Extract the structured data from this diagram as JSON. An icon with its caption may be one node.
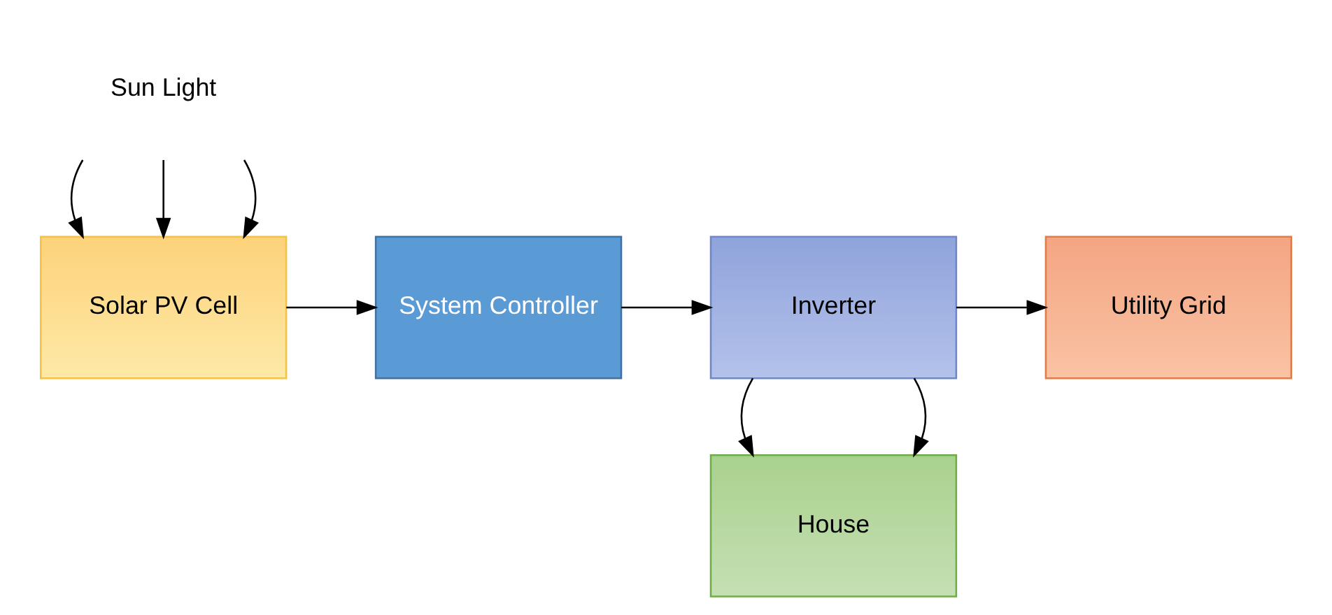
{
  "diagram": {
    "nodes": [
      {
        "text": [
          "Sun Light"
        ]
      },
      {
        "text": [
          "Solar PV Cell"
        ]
      },
      {
        "text": [
          "System Controller"
        ]
      },
      {
        "text": [
          "Inverter"
        ]
      },
      {
        "text": [
          "Utility Grid"
        ]
      },
      {
        "text": [
          "House"
        ]
      }
    ],
    "edges": [
      {
        "from": 0,
        "to": 1,
        "arrow": "to"
      },
      {
        "from": 0,
        "to": 1,
        "arrow": "to"
      },
      {
        "from": 0,
        "to": 1,
        "arrow": "to"
      },
      {
        "from": 1,
        "to": 2,
        "arrow": "to"
      },
      {
        "from": 2,
        "to": 3,
        "arrow": "to"
      },
      {
        "from": 3,
        "to": 4,
        "arrow": "to"
      },
      {
        "from": 3,
        "to": 5,
        "arrow": "to"
      },
      {
        "from": 3,
        "to": 5,
        "arrow": "to"
      }
    ]
  }
}
